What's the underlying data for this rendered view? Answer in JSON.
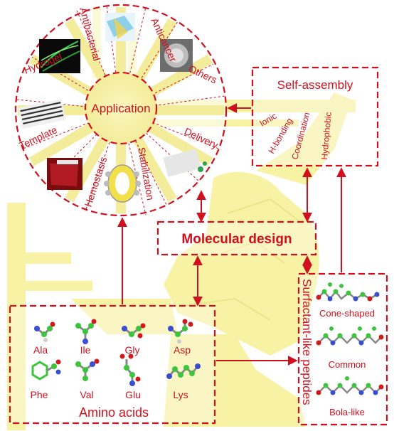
{
  "colors": {
    "accent": "#d0101e",
    "background_figure": "#f7f2a4",
    "figure_line": "#ece38a"
  },
  "application": {
    "center_label": "Application",
    "spokes": {
      "antibacterial": "Antibacterial",
      "anticancer": "Anticancer",
      "others": "Others",
      "delivery": "Delivery",
      "stabilization": "Stabilization",
      "hemostasis": "Hemostasis",
      "template": "Template",
      "hydrogel": "Hydrogel"
    }
  },
  "self_assembly": {
    "title": "Self-assembly",
    "forces": [
      "Ionic",
      "H-bonding",
      "Coordination",
      "Hydrophobic"
    ]
  },
  "molecular_design": {
    "label": "Molecular design"
  },
  "amino_acids": {
    "title": "Amino acids",
    "items": [
      "Ala",
      "Ile",
      "Gly",
      "Asp",
      "Phe",
      "Val",
      "Glu",
      "Lys"
    ]
  },
  "peptides": {
    "title": "Surfactant-like peptides",
    "types": [
      "Cone-shaped",
      "Common",
      "Bola-like"
    ]
  }
}
